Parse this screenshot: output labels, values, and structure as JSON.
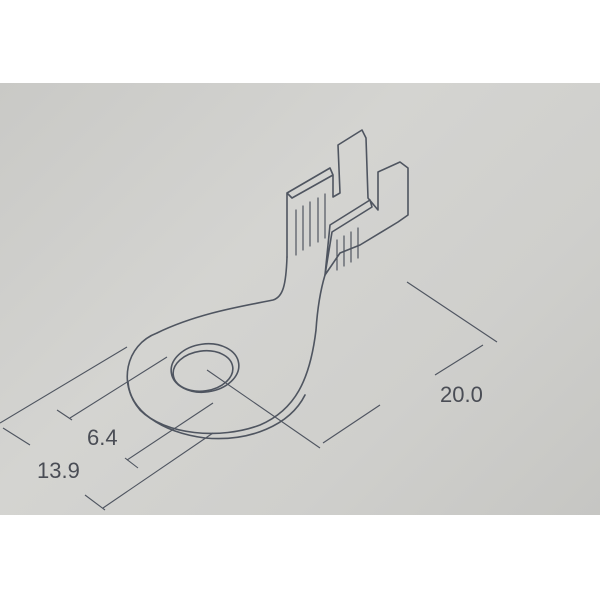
{
  "drawing": {
    "subject": "ring-terminal",
    "dimensions": {
      "overall_length": "20.0",
      "hole_diameter": "6.4",
      "ring_width": "13.9"
    },
    "line_color": "#4f5560",
    "background_color": "#cfcfcc"
  }
}
